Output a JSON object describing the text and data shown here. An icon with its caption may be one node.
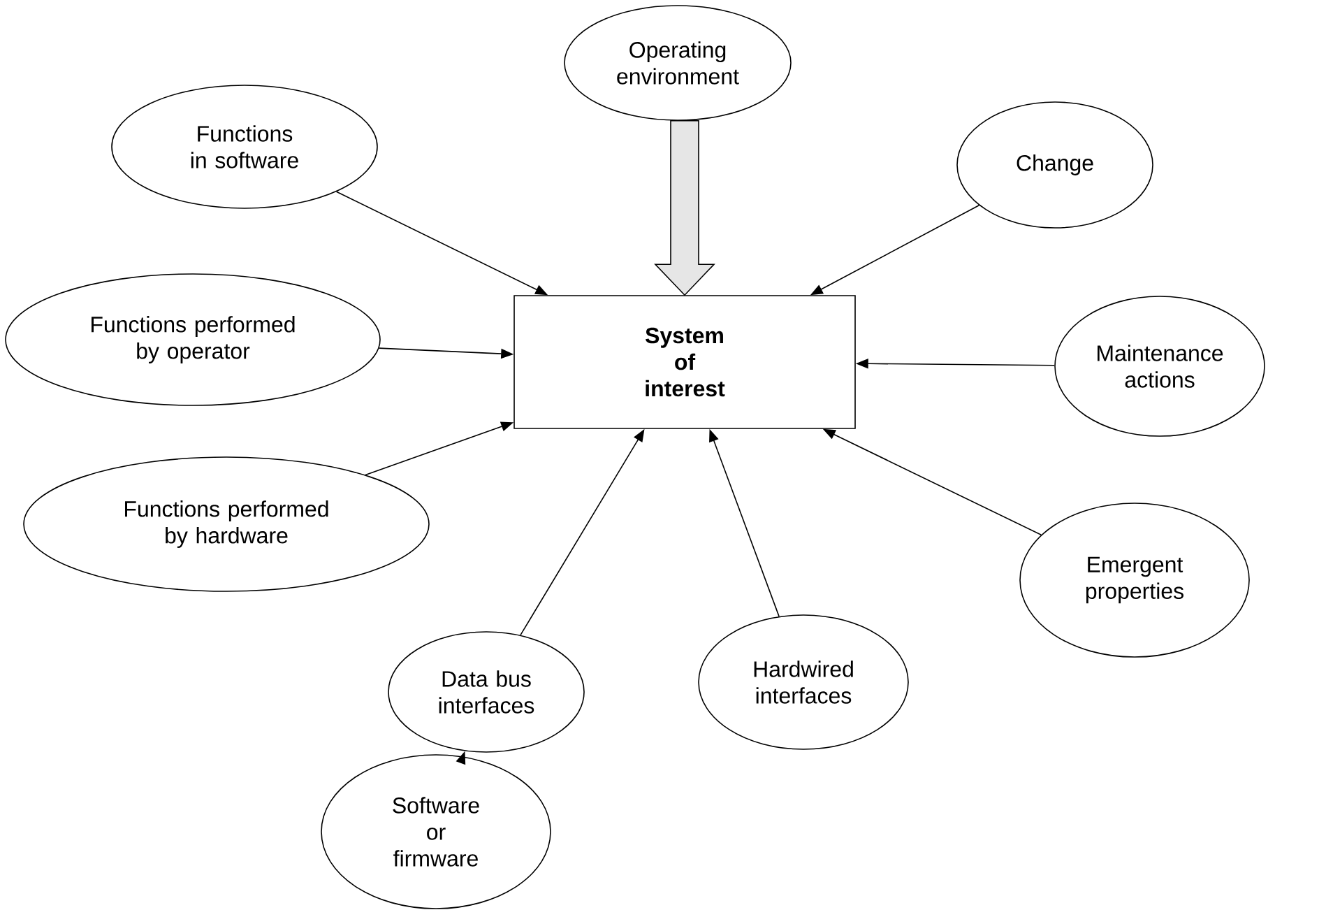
{
  "diagram": {
    "nodes": [
      {
        "text": [
          "Operating environment"
        ]
      },
      {
        "text": [
          "Functions in software"
        ]
      },
      {
        "text": [
          "Change"
        ]
      },
      {
        "text": [
          "Functions performed by operator"
        ]
      },
      {
        "text": [
          "System of interest"
        ]
      },
      {
        "text": [
          "Maintenance actions"
        ]
      },
      {
        "text": [
          "Functions performed by hardware"
        ]
      },
      {
        "text": [
          "Emergent properties"
        ]
      },
      {
        "text": [
          "Data bus interfaces"
        ]
      },
      {
        "text": [
          "Hardwired interfaces"
        ]
      },
      {
        "text": [
          "Software or firmware"
        ]
      }
    ],
    "edges": [
      {
        "from": 0,
        "to": 4,
        "arrow": "to",
        "style": "thick",
        "color": "#e6e6e6"
      },
      {
        "from": 1,
        "to": 4,
        "arrow": "to"
      },
      {
        "from": 2,
        "to": 4,
        "arrow": "to"
      },
      {
        "from": 3,
        "to": 4,
        "arrow": "to"
      },
      {
        "from": 5,
        "to": 4,
        "arrow": "to"
      },
      {
        "from": 6,
        "to": 4,
        "arrow": "to"
      },
      {
        "from": 7,
        "to": 4,
        "arrow": "to"
      },
      {
        "from": 8,
        "to": 4,
        "arrow": "to"
      },
      {
        "from": 9,
        "to": 4,
        "arrow": "to"
      },
      {
        "from": 10,
        "to": 8,
        "arrow": "to"
      }
    ]
  }
}
